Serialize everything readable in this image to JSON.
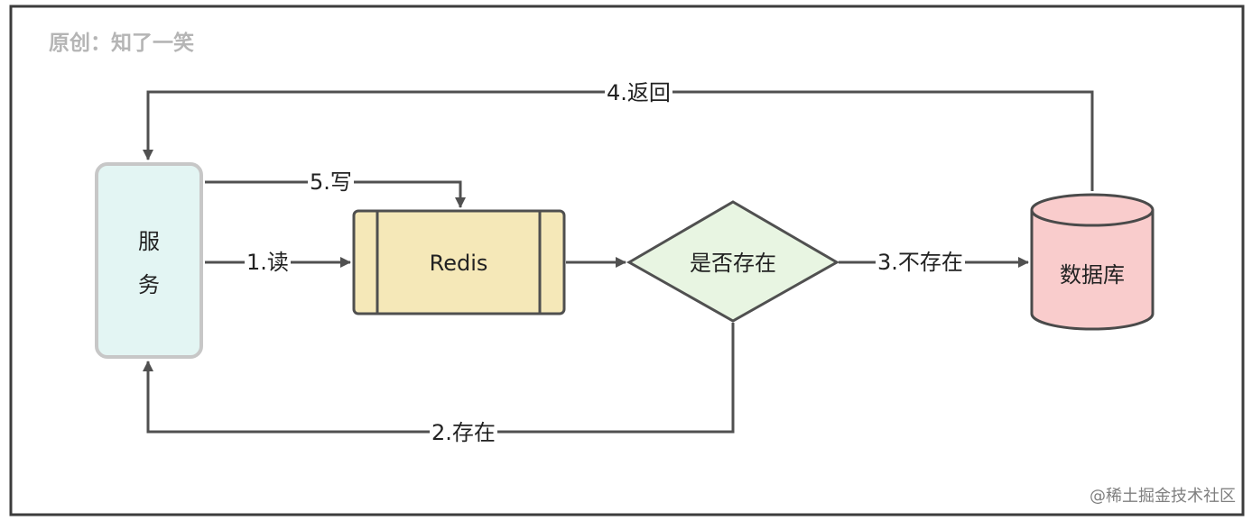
{
  "credit": "原创：知了一笑",
  "nodes": {
    "service": {
      "label_line1": "服",
      "label_line2": "务",
      "fill": "#e3f5f3",
      "stroke": "#c7c7c7"
    },
    "redis": {
      "label": "Redis",
      "fill": "#f5e8b8",
      "stroke": "#4f4f4f"
    },
    "decision": {
      "label": "是否存在",
      "fill": "#e8f5e2",
      "stroke": "#505050"
    },
    "database": {
      "label": "数据库",
      "fill": "#f9cccc",
      "stroke": "#4a4a4a"
    }
  },
  "edges": {
    "read": "1.读",
    "exists": "2.存在",
    "not_exists": "3.不存在",
    "return": "4.返回",
    "write": "5.写"
  },
  "watermark": "@稀土掘金技术社区",
  "colors": {
    "line": "#505050",
    "frame": "#3c3c3c"
  }
}
